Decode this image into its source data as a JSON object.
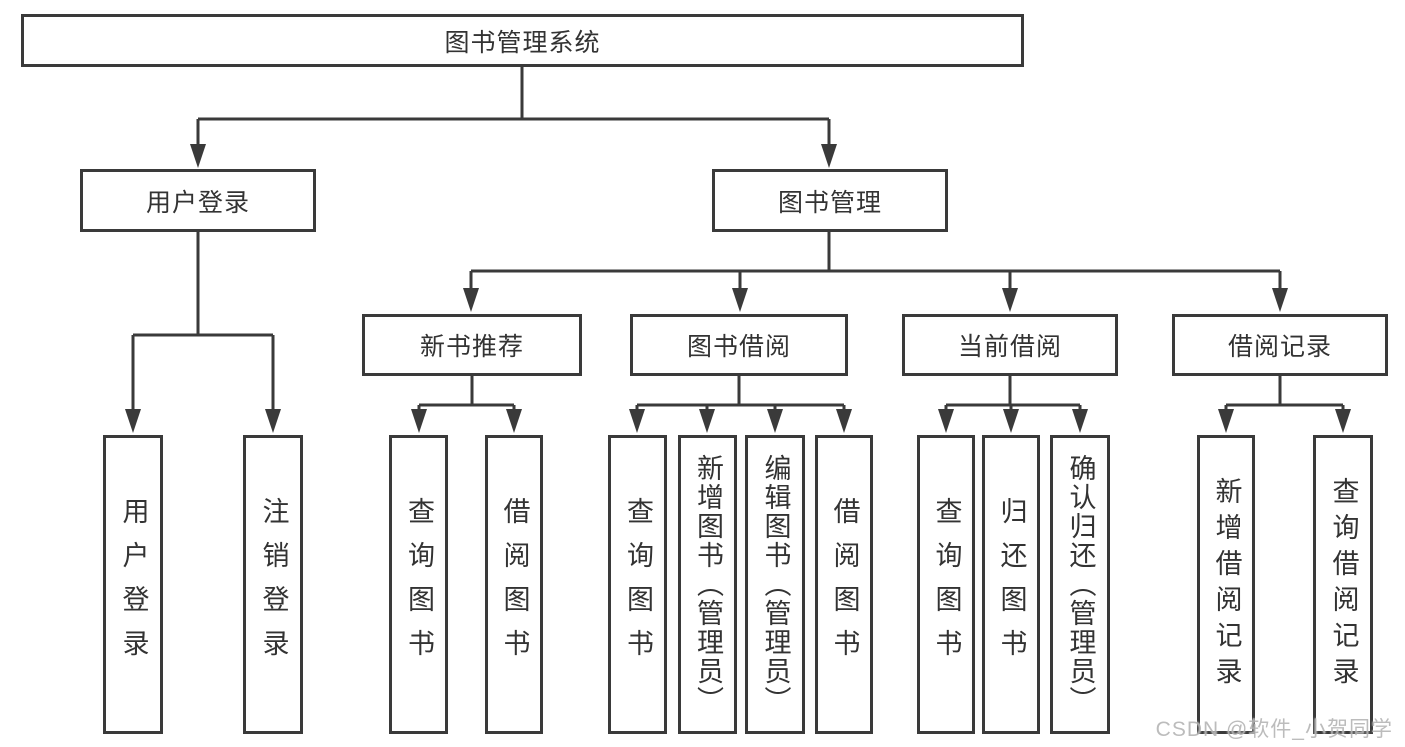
{
  "diagram": {
    "root": "图书管理系统",
    "branches": [
      {
        "label": "用户登录",
        "children": [
          {
            "label": "用户登录"
          },
          {
            "label": "注销登录"
          }
        ]
      },
      {
        "label": "图书管理",
        "children": [
          {
            "label": "新书推荐",
            "children": [
              {
                "label": "查询图书"
              },
              {
                "label": "借阅图书"
              }
            ]
          },
          {
            "label": "图书借阅",
            "children": [
              {
                "label": "查询图书"
              },
              {
                "label": "新增图书（管理员）"
              },
              {
                "label": "编辑图书（管理员）"
              },
              {
                "label": "借阅图书"
              }
            ]
          },
          {
            "label": "当前借阅",
            "children": [
              {
                "label": "查询图书"
              },
              {
                "label": "归还图书"
              },
              {
                "label": "确认归还（管理员）"
              }
            ]
          },
          {
            "label": "借阅记录",
            "children": [
              {
                "label": "新增借阅记录"
              },
              {
                "label": "查询借阅记录"
              }
            ]
          }
        ]
      }
    ]
  },
  "watermark": {
    "text": "CSDN @软件_小贺同学",
    "color": "#b5b5b5"
  },
  "colors": {
    "line": "#3a3a3a",
    "text": "#333333",
    "background": "#ffffff"
  }
}
